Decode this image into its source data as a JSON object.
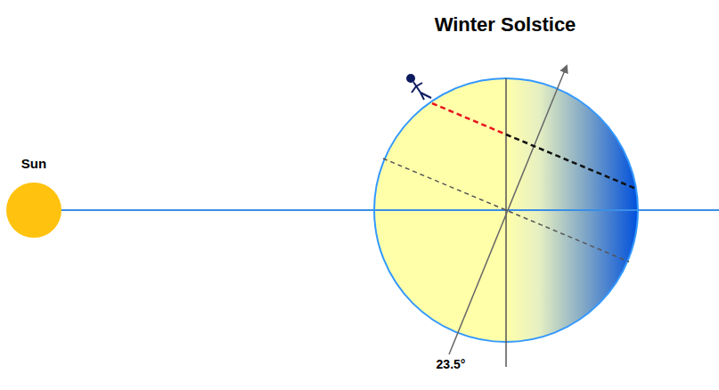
{
  "diagram": {
    "title": "Winter Solstice",
    "labels": [
      "Sun",
      "23.5°"
    ]
  }
}
